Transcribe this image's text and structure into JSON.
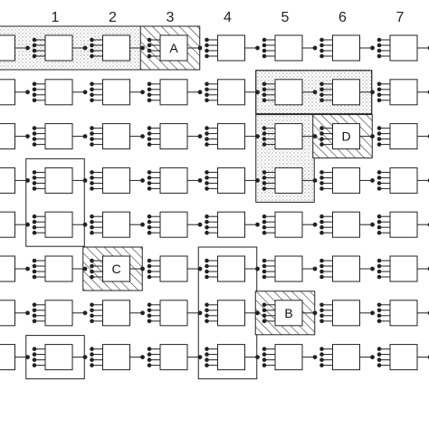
{
  "diagram": {
    "columns": [
      "1",
      "2",
      "3",
      "4",
      "5",
      "6",
      "7"
    ],
    "rows": 8,
    "labeled_cells": [
      {
        "label": "A",
        "col": 3,
        "row": 1
      },
      {
        "label": "D",
        "col": 6,
        "row": 3
      },
      {
        "label": "C",
        "col": 2,
        "row": 6
      },
      {
        "label": "B",
        "col": 5,
        "row": 7
      }
    ],
    "dotted_groups": [
      {
        "col_from": 0,
        "col_to": 2,
        "row_from": 1,
        "row_to": 1
      },
      {
        "col_from": 5,
        "col_to": 6,
        "row_from": 2,
        "row_to": 2
      },
      {
        "col_from": 5,
        "col_to": 5,
        "row_from": 3,
        "row_to": 4
      }
    ],
    "outlined_groups": [
      {
        "col_from": 5,
        "col_to": 6,
        "row_from": 2,
        "row_to": 2
      },
      {
        "col_from": 1,
        "col_to": 1,
        "row_from": 4,
        "row_to": 5
      },
      {
        "col_from": 4,
        "col_to": 4,
        "row_from": 6,
        "row_to": 8
      },
      {
        "col_from": 1,
        "col_to": 1,
        "row_from": 8,
        "row_to": 8
      }
    ],
    "colors": {
      "line": "#222222",
      "stipple": "#bdbdbd",
      "hatch": "#444444",
      "background": "#ffffff"
    }
  }
}
